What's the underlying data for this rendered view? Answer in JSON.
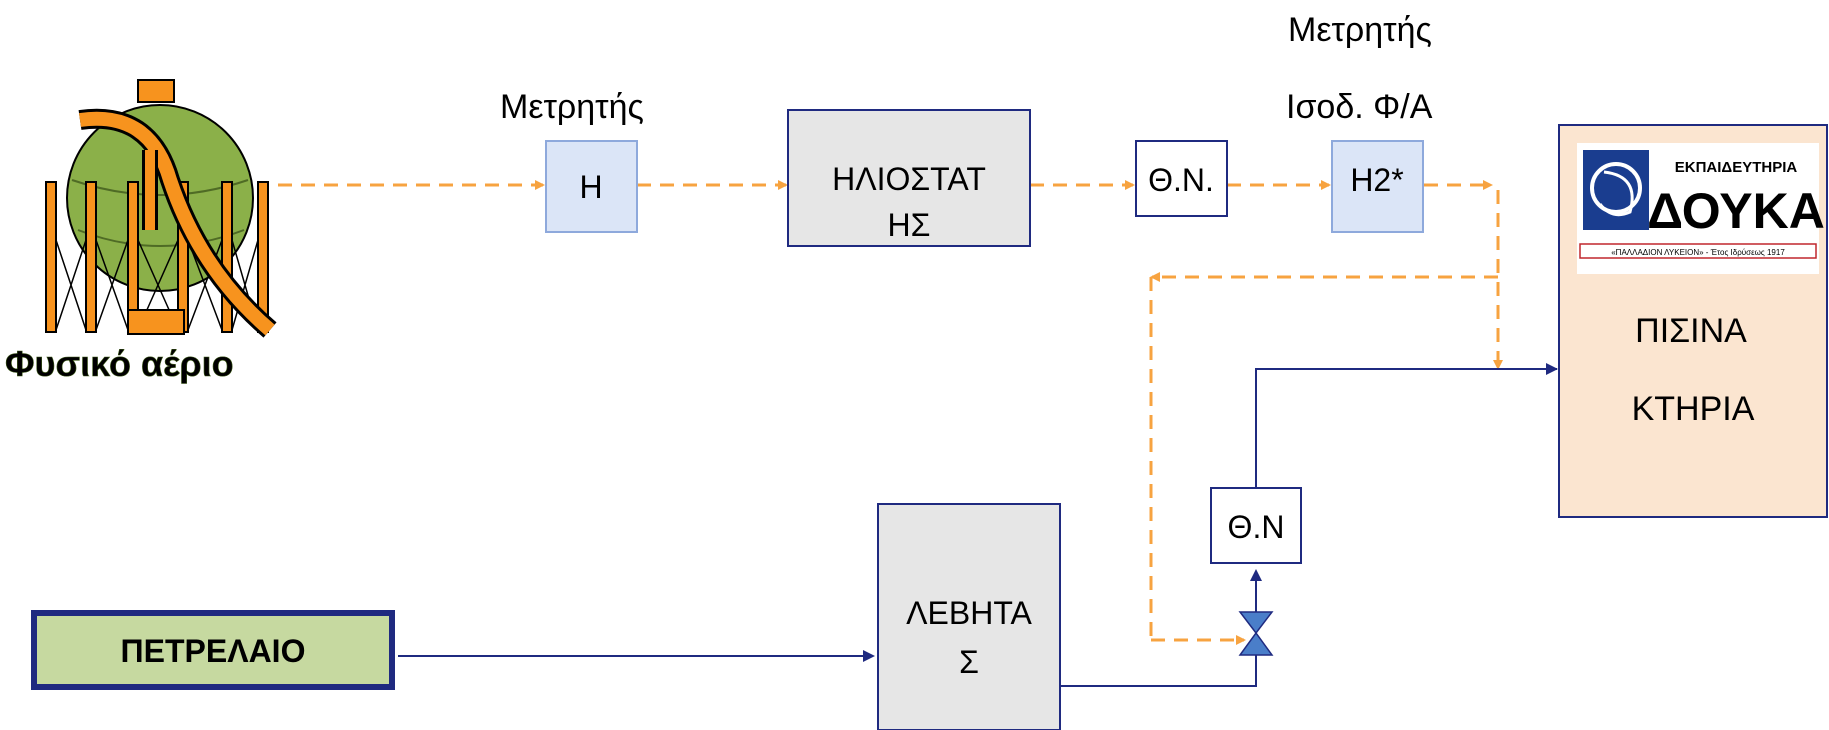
{
  "tank": {
    "icon": "gas-tank-icon",
    "caption": "Φυσικό αέριο",
    "colors": {
      "sphere": "#8bb049",
      "legs": "#f7931e",
      "caption": "#7aa33a"
    }
  },
  "meter_h": {
    "caption": "Μετρητής",
    "label": "Η"
  },
  "heater": {
    "line1": "ΗΛΙΟΣΤΑΤ",
    "line2": "ΗΣ"
  },
  "valve_top": {
    "label": "Θ.Ν."
  },
  "meter_h2": {
    "caption_line1": "Μετρητής",
    "caption_line2": "Ισοδ. Φ/Α",
    "label": "Η2*"
  },
  "logo": {
    "title_top": "ΕΚΠΑΙΔΕΥΤΗΡΙΑ",
    "title_main": "ΔΟΥΚΑ",
    "subtitle": "«ΠΑΛΛΑΔΙΟΝ ΛΥΚΕΙΟΝ» - Έτος Ιδρύσεως 1917"
  },
  "pool": {
    "line1": "ΠΙΣΙΝΑ",
    "line2": "ΚΤΗΡΙΑ"
  },
  "oil": {
    "label": "ΠΕΤΡΕΛΑΙΟ"
  },
  "boiler": {
    "line1": "ΛΕΒΗΤΑ",
    "line2": "Σ"
  },
  "valve_bottom": {
    "label": "Θ.Ν"
  },
  "colors": {
    "gas_line": "#f7a340",
    "water_line": "#1f2a80",
    "meter_fill": "#dbe5f7",
    "meter_border": "#8ea9dc",
    "process_fill": "#e6e6e6",
    "border_dark": "#1f2a80",
    "pool_fill": "#fbe5d0",
    "oil_fill": "#c6d9a0",
    "valve_fill": "#4a7ec9"
  }
}
